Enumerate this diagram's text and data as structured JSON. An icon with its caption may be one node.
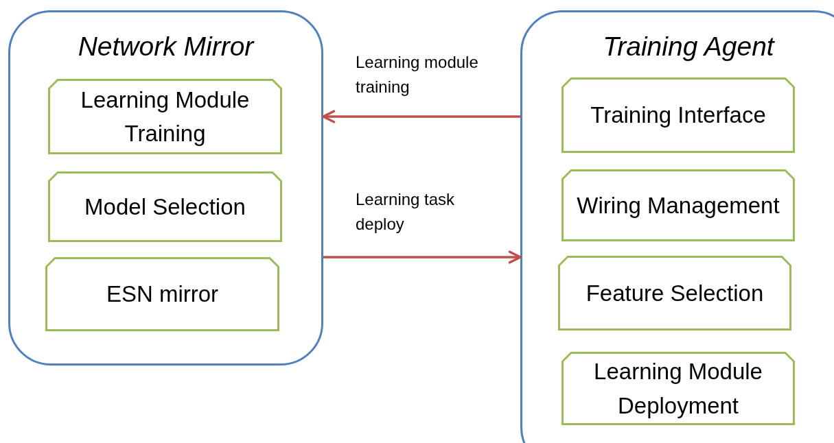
{
  "diagram": {
    "nodes": [
      {
        "text": [
          "Network Mirror"
        ]
      },
      {
        "text": [
          "Learning Module Training"
        ],
        "in": 0
      },
      {
        "text": [
          "Model Selection"
        ],
        "in": 0
      },
      {
        "text": [
          "ESN mirror"
        ],
        "in": 0
      },
      {
        "text": [
          "Training Agent"
        ]
      },
      {
        "text": [
          "Training Interface"
        ],
        "in": 4
      },
      {
        "text": [
          "Wiring Management"
        ],
        "in": 4
      },
      {
        "text": [
          "Feature Selection"
        ],
        "in": 4
      },
      {
        "text": [
          "Learning Module Deployment"
        ],
        "in": 4
      }
    ],
    "edges": [
      {
        "from": 4,
        "to": 0,
        "arrow": "to",
        "label": "Learning module training",
        "color": "#c0504d"
      },
      {
        "from": 0,
        "to": 4,
        "arrow": "to",
        "label": "Learning task deploy",
        "color": "#c0504d"
      }
    ]
  }
}
